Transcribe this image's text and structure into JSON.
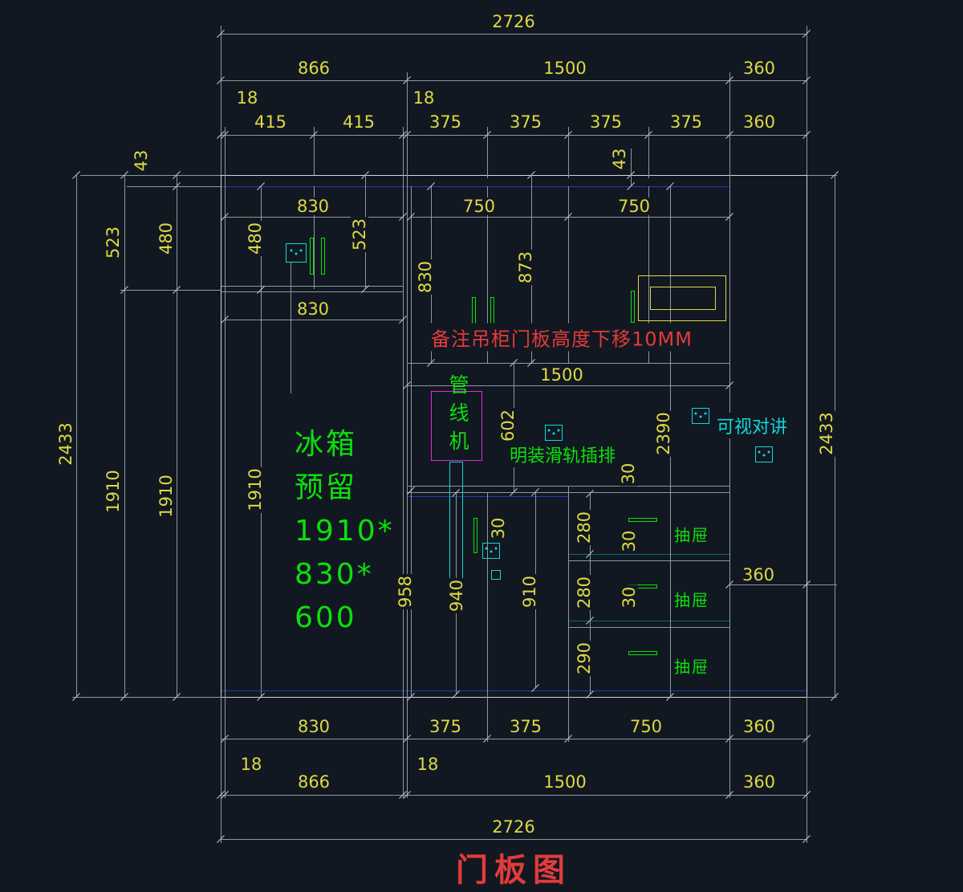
{
  "title": "门板图",
  "annotations": {
    "note": "备注吊柜门板高度下移10MM",
    "fridge": [
      "冰箱",
      "预留",
      "1910*",
      "830*",
      "600"
    ],
    "pipe_machine": "管线机",
    "rail_strip": "明装滑轨插排",
    "intercom": "可视对讲",
    "drawer": "抽屉"
  },
  "dims": {
    "top_total": "2726",
    "top_row2": [
      "866",
      "1500",
      "360"
    ],
    "top_18_left": "18",
    "top_18_mid": "18",
    "top_row4": [
      "415",
      "415",
      "375",
      "375",
      "375",
      "375",
      "360"
    ],
    "left_total": "2433",
    "left_523": "523",
    "left_480": "480",
    "left_43": "43",
    "left_1910_a": "1910",
    "left_1910_b": "1910",
    "right_total": "2433",
    "inner": {
      "w_830_top": "830",
      "w_750_a": "750",
      "w_750_b": "750",
      "h_43": "43",
      "h_480": "480",
      "h_523": "523",
      "w_830_mid": "830",
      "h_830": "830",
      "h_873": "873",
      "w_1500": "1500",
      "h_602": "602",
      "h_2390": "2390",
      "off_30_a": "30",
      "h_1910": "1910",
      "h_958": "958",
      "h_940": "940",
      "off_30_b": "30",
      "h_910": "910",
      "h_280_a": "280",
      "off_30_c": "30",
      "h_280_b": "280",
      "off_30_d": "30",
      "h_290": "290",
      "w_360": "360"
    },
    "bottom_row1": [
      "830",
      "375",
      "375",
      "750",
      "360"
    ],
    "bottom_18_left": "18",
    "bottom_866": "866",
    "bottom_18_mid": "18",
    "bottom_1500": "1500",
    "bottom_360": "360",
    "bottom_total": "2726"
  },
  "colors": {
    "background": "#121821",
    "dim_text": "#ddd944",
    "green": "#0ce00c",
    "red": "#e23b3b",
    "cyan": "#0fd8d8",
    "magenta": "#e02ae0",
    "line": "#8f979f",
    "blue_line": "#1d3fae",
    "teal_line": "#0b6b63"
  }
}
